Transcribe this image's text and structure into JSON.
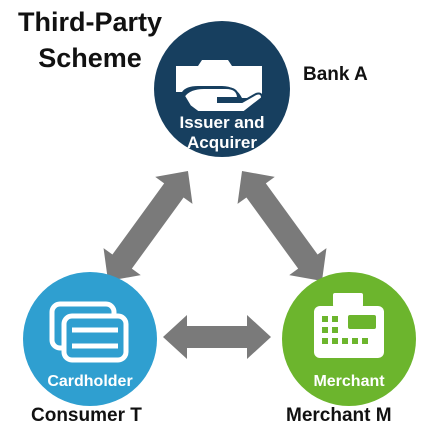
{
  "title": {
    "line1": "Third-Party",
    "line2": "Scheme"
  },
  "nodes": {
    "issuer": {
      "label_line1": "Issuer and",
      "label_line2": "Acquirer",
      "external_label": "Bank A",
      "color": "#173f5f",
      "icon": "hand-card-icon"
    },
    "cardholder": {
      "label": "Cardholder",
      "external_label": "Consumer T",
      "color": "#2f9fd0",
      "icon": "credit-cards-icon"
    },
    "merchant": {
      "label": "Merchant",
      "external_label": "Merchant M",
      "color": "#6cb52d",
      "icon": "payment-terminal-icon"
    }
  },
  "arrows": {
    "color": "#7a7a7a"
  }
}
